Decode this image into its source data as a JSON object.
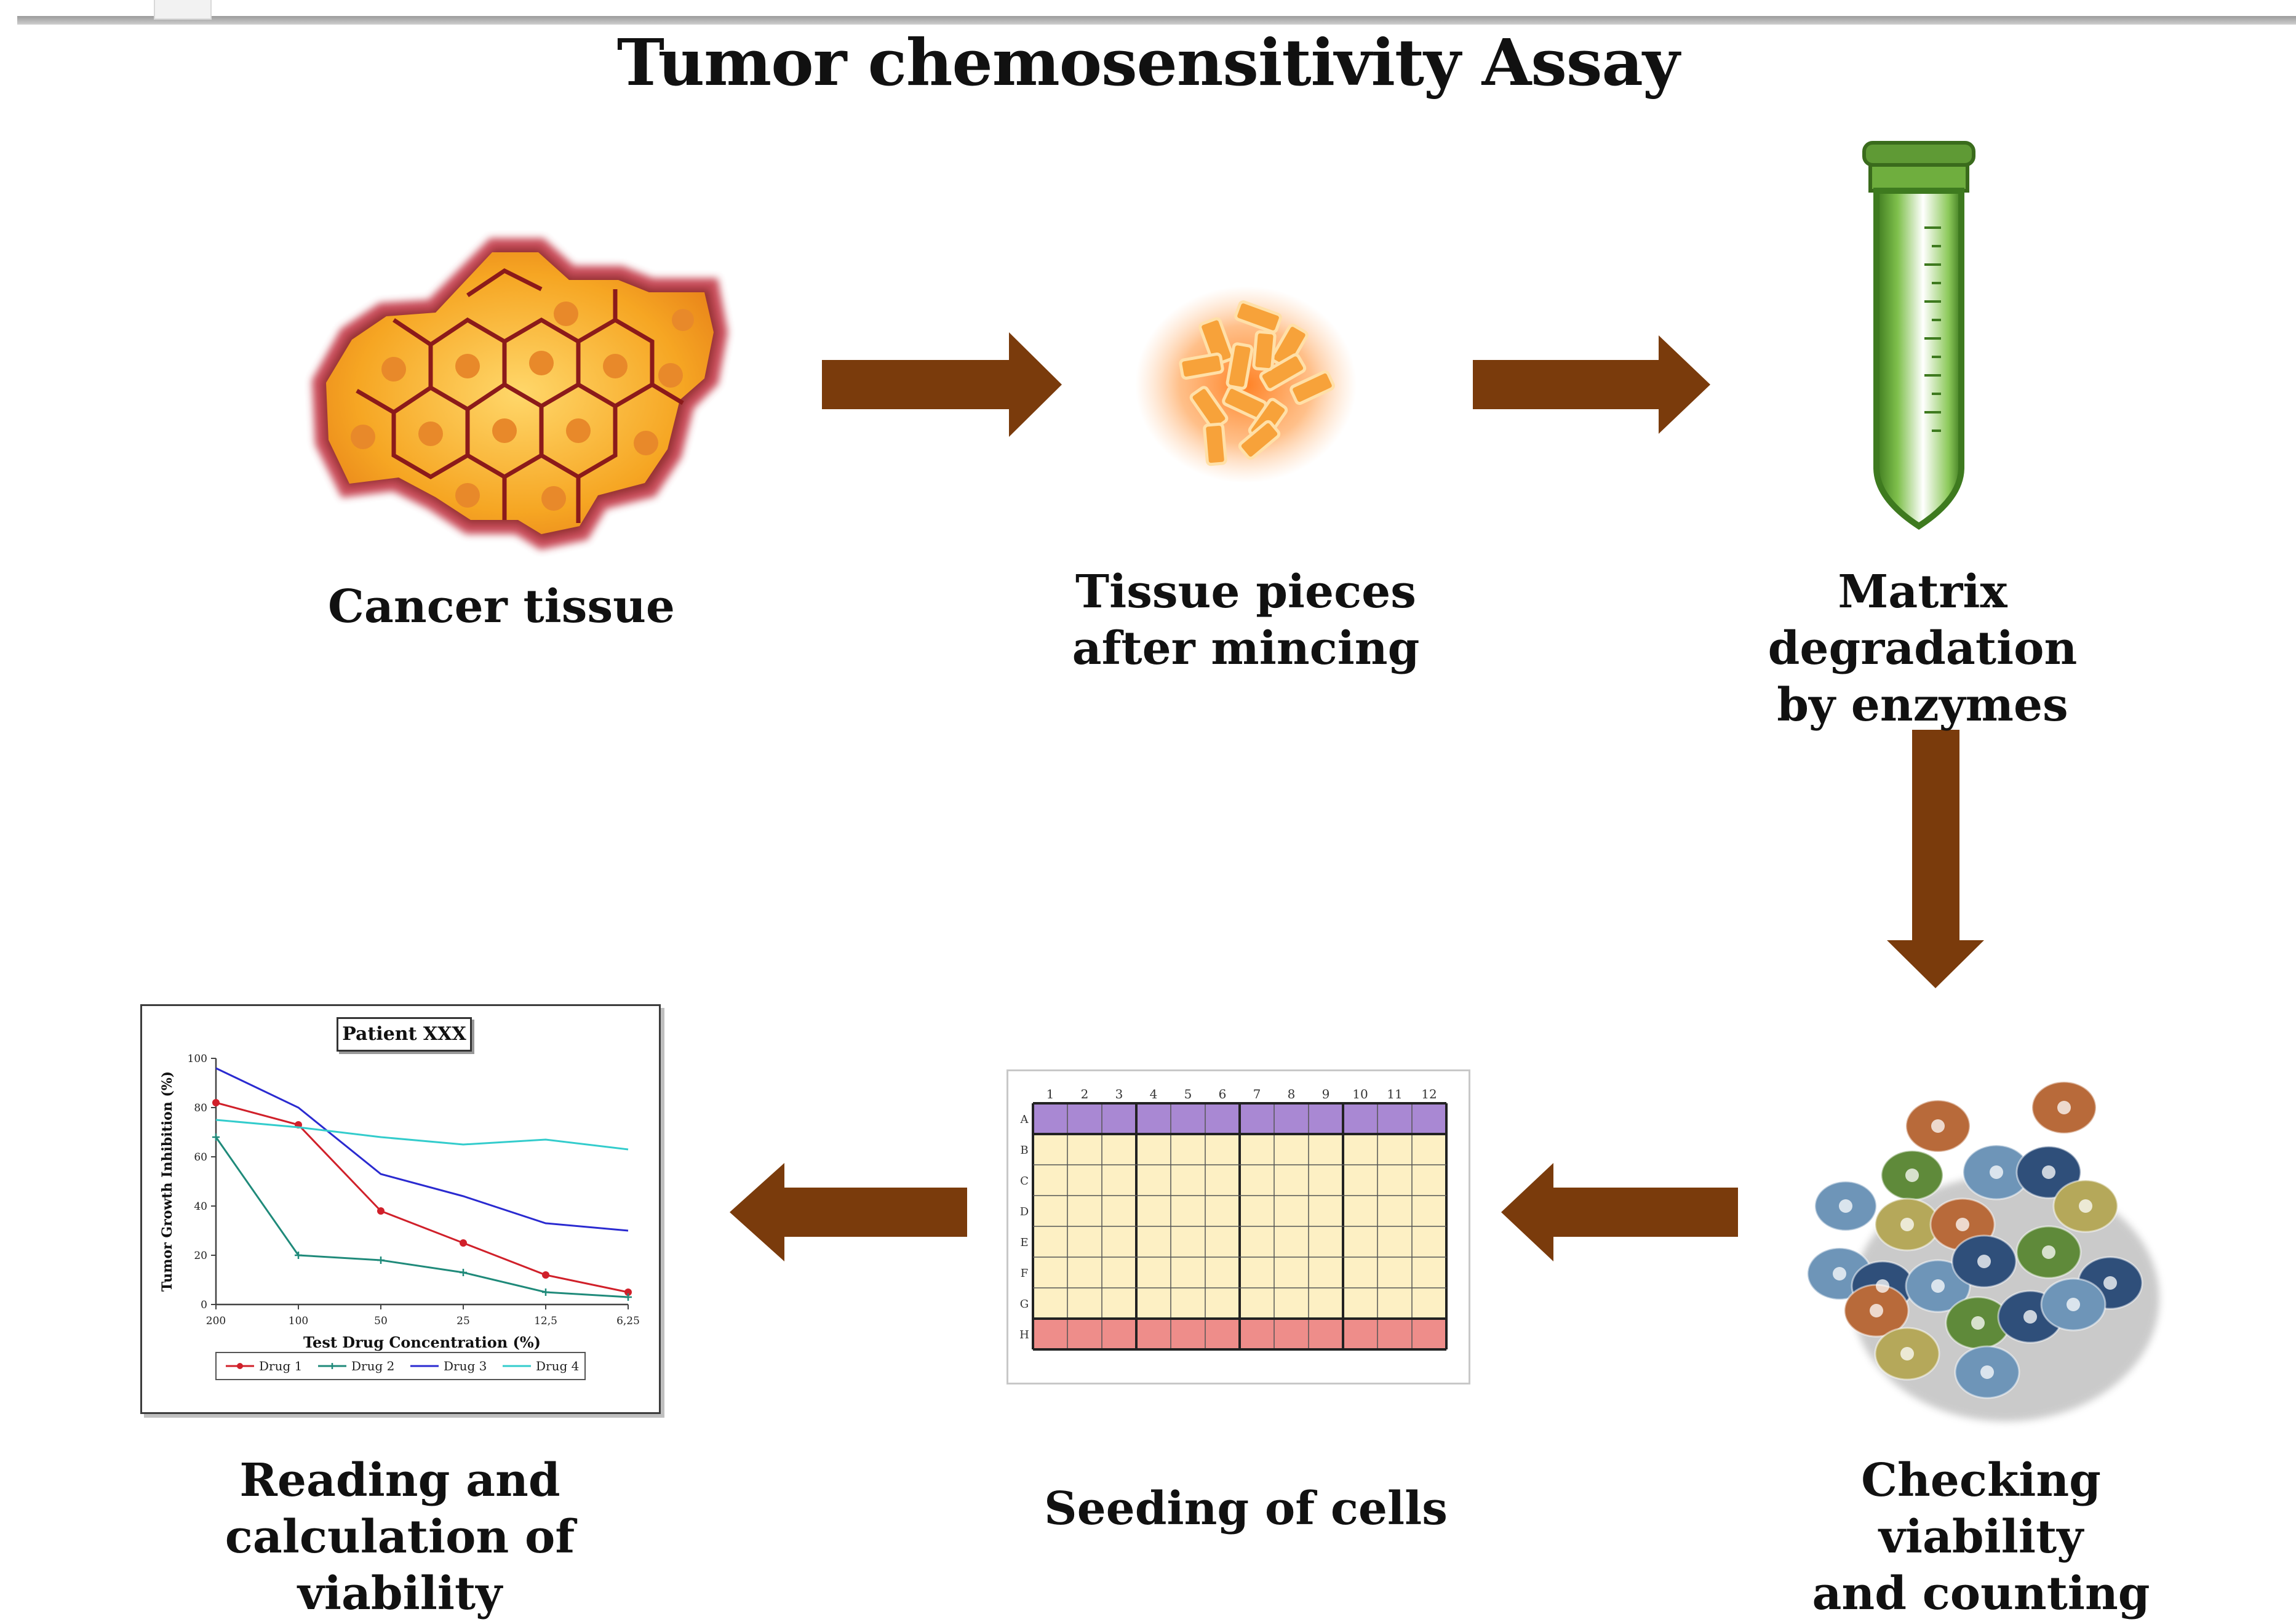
{
  "title": "Tumor chemosensitivity Assay",
  "steps": [
    {
      "id": "cancer-tissue",
      "lines": [
        "Cancer tissue"
      ]
    },
    {
      "id": "tissue-pieces",
      "lines": [
        "Tissue pieces",
        "after mincing"
      ]
    },
    {
      "id": "matrix-degradation",
      "lines": [
        "Matrix degradation",
        "by enzymes"
      ]
    },
    {
      "id": "checking-viability",
      "lines": [
        "Checking viability",
        "and counting"
      ]
    },
    {
      "id": "seeding",
      "lines": [
        "Seeding of cells"
      ]
    },
    {
      "id": "reading",
      "lines": [
        "Reading and",
        "calculation of viability"
      ]
    }
  ],
  "colors": {
    "arrow": "#7a3b0c",
    "tissue_fill": "#f5a623",
    "tissue_border": "#8b1a1a",
    "tube": "#4e8a2a",
    "plate_top_row": "#a988d3",
    "plate_body": "#fdf0c4",
    "plate_bottom_row": "#ee8d8a"
  },
  "plate": {
    "columns": [
      "1",
      "2",
      "3",
      "4",
      "5",
      "6",
      "7",
      "8",
      "9",
      "10",
      "11",
      "12"
    ],
    "rows": [
      "A",
      "B",
      "C",
      "D",
      "E",
      "F",
      "G",
      "H"
    ]
  },
  "chart_data": {
    "type": "line",
    "title": "Patient XXX",
    "xlabel": "Test Drug Concentration  (%)",
    "ylabel": "Tumor Growth Inhibition (%)",
    "categories": [
      "200",
      "100",
      "50",
      "25",
      "12,5",
      "6,25"
    ],
    "ylim": [
      0,
      100
    ],
    "yticks": [
      "0",
      "20",
      "40",
      "60",
      "80",
      "100"
    ],
    "legend_position": "bottom",
    "series": [
      {
        "name": "Drug 1",
        "color": "#d0202a",
        "marker": "dot",
        "values": [
          82,
          73,
          38,
          25,
          12,
          5
        ]
      },
      {
        "name": "Drug 2",
        "color": "#1f8a7a",
        "marker": "plus",
        "values": [
          68,
          20,
          18,
          13,
          5,
          3
        ]
      },
      {
        "name": "Drug 3",
        "color": "#2a2ad0",
        "marker": "none",
        "values": [
          96,
          80,
          53,
          44,
          33,
          30
        ]
      },
      {
        "name": "Drug 4",
        "color": "#33cccc",
        "marker": "none",
        "values": [
          75,
          72,
          68,
          65,
          67,
          63
        ]
      }
    ]
  }
}
